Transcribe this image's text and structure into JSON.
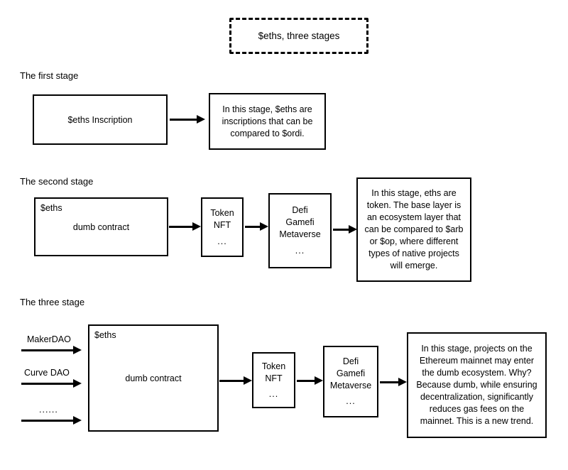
{
  "diagram": {
    "title": "$eths, three stages",
    "stages": [
      {
        "heading": "The first stage",
        "main_box": {
          "label": "$eths  Inscription"
        },
        "note": "In this stage, $eths are inscriptions that can be compared to $ordi."
      },
      {
        "heading": "The second stage",
        "main_box": {
          "corner_label": "$eths",
          "label": "dumb contract"
        },
        "token_box": {
          "line1": "Token",
          "line2": "NFT",
          "line3": "..."
        },
        "defi_box": {
          "line1": "Defi",
          "line2": "Gamefi",
          "line3": "Metaverse",
          "line4": "..."
        },
        "note": "In this stage, eths are token. The base layer is an ecosystem layer that can be compared to $arb or $op, where different types of native projects will emerge."
      },
      {
        "heading": "The three stage",
        "inputs": [
          {
            "label": "MakerDAO"
          },
          {
            "label": "Curve DAO"
          },
          {
            "label": "......"
          }
        ],
        "main_box": {
          "corner_label": "$eths",
          "label": "dumb contract"
        },
        "token_box": {
          "line1": "Token",
          "line2": "NFT",
          "line3": "..."
        },
        "defi_box": {
          "line1": "Defi",
          "line2": "Gamefi",
          "line3": "Metaverse",
          "line4": "..."
        },
        "note": "In this stage, projects on the Ethereum mainnet may enter the dumb ecosystem. Why? Because dumb, while ensuring decentralization, significantly reduces gas fees on the mainnet. This is a new trend."
      }
    ],
    "colors": {
      "stroke": "#000000",
      "background": "#ffffff",
      "text": "#000000"
    }
  }
}
